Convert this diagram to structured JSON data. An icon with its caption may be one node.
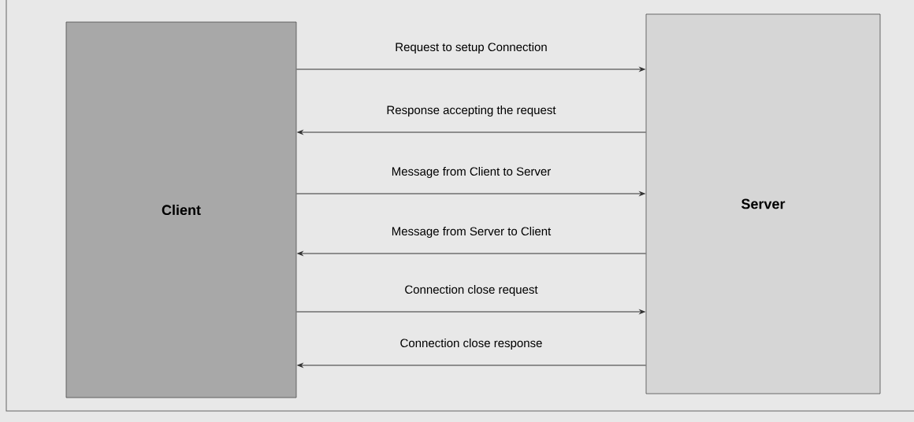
{
  "diagram": {
    "nodes": [
      {
        "text": [
          "Client"
        ]
      },
      {
        "text": [
          "Server"
        ]
      }
    ],
    "edges": [
      {
        "from": 0,
        "to": 1,
        "arrow": "to",
        "label": "Request to setup Connection"
      },
      {
        "from": 1,
        "to": 0,
        "arrow": "to",
        "label": "Response accepting the request"
      },
      {
        "from": 0,
        "to": 1,
        "arrow": "to",
        "label": "Message from Client to Server"
      },
      {
        "from": 1,
        "to": 0,
        "arrow": "to",
        "label": "Message from Server to Client"
      },
      {
        "from": 0,
        "to": 1,
        "arrow": "to",
        "label": "Connection close request"
      },
      {
        "from": 1,
        "to": 0,
        "arrow": "to",
        "label": "Connection close response"
      }
    ]
  }
}
